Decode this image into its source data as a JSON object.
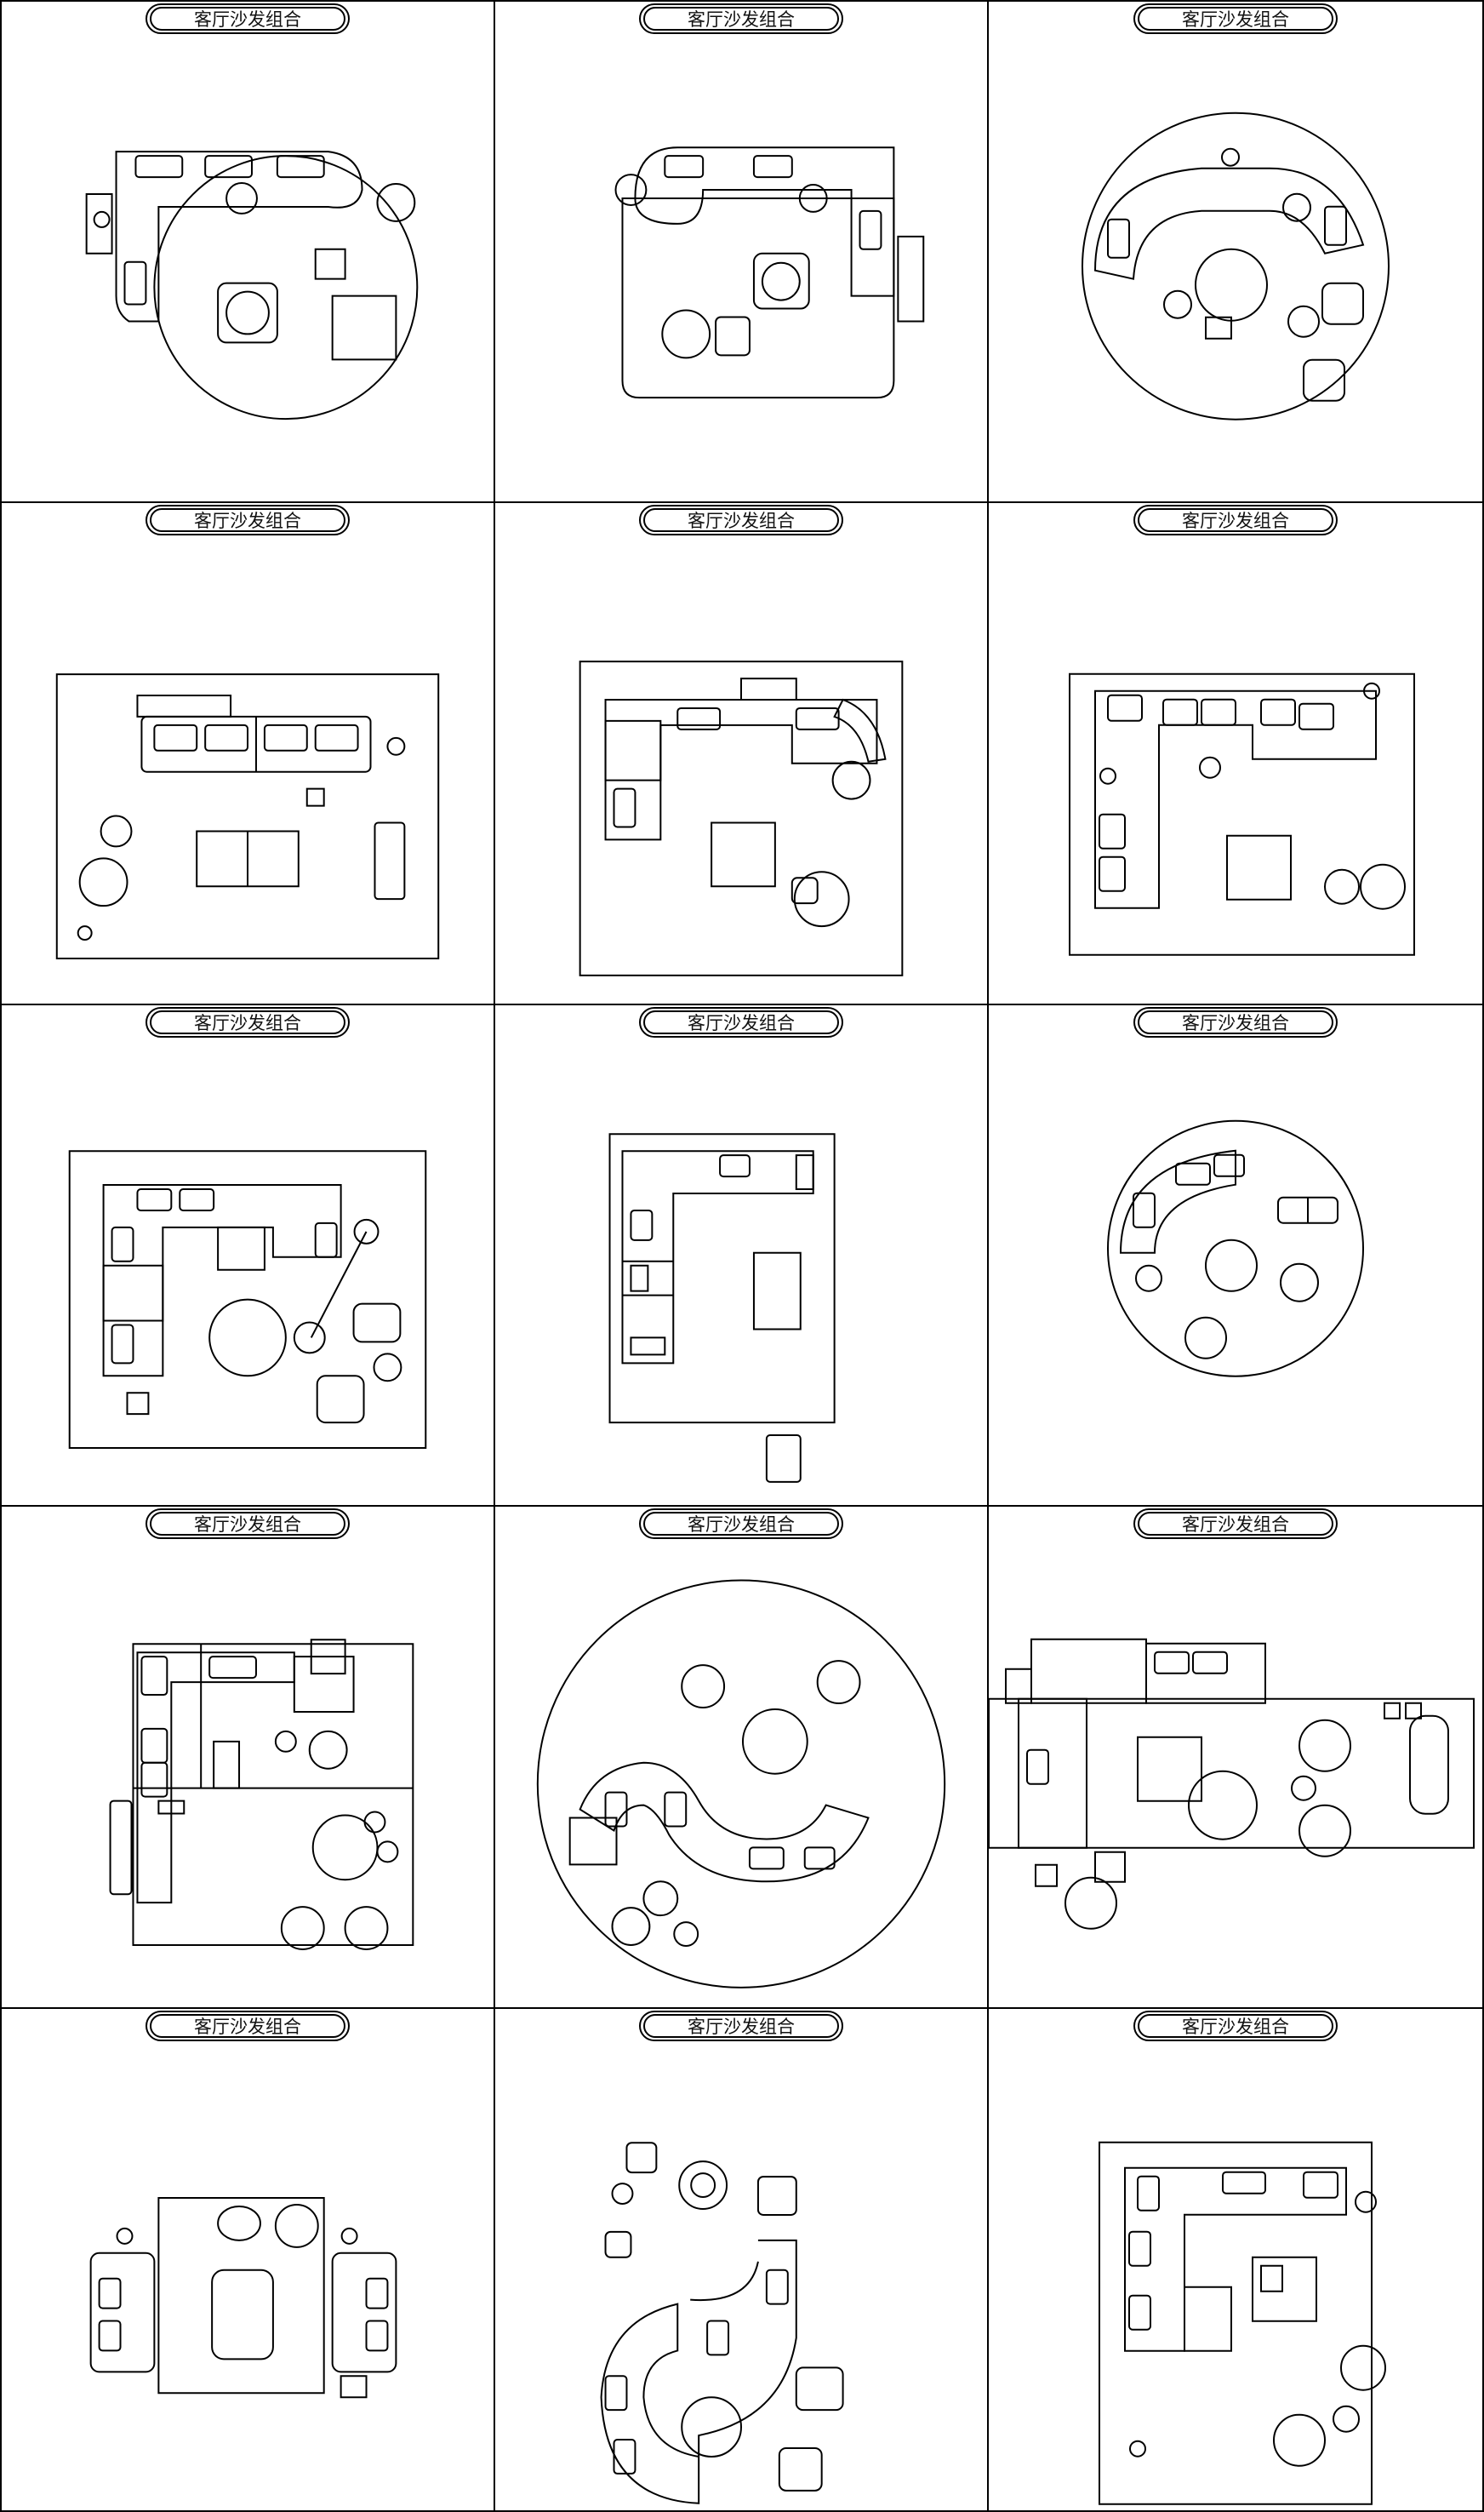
{
  "sheet": {
    "panel_title": "客厅沙发组合",
    "panels": [
      {
        "title": "客厅沙发组合"
      },
      {
        "title": "客厅沙发组合"
      },
      {
        "title": "客厅沙发组合"
      },
      {
        "title": "客厅沙发组合"
      },
      {
        "title": "客厅沙发组合"
      },
      {
        "title": "客厅沙发组合"
      },
      {
        "title": "客厅沙发组合"
      },
      {
        "title": "客厅沙发组合"
      },
      {
        "title": "客厅沙发组合"
      },
      {
        "title": "客厅沙发组合"
      },
      {
        "title": "客厅沙发组合"
      },
      {
        "title": "客厅沙发组合"
      },
      {
        "title": "客厅沙发组合"
      },
      {
        "title": "客厅沙发组合"
      },
      {
        "title": "客厅沙发组合"
      }
    ]
  },
  "style": {
    "line_color": "#000000",
    "background": "#ffffff"
  }
}
